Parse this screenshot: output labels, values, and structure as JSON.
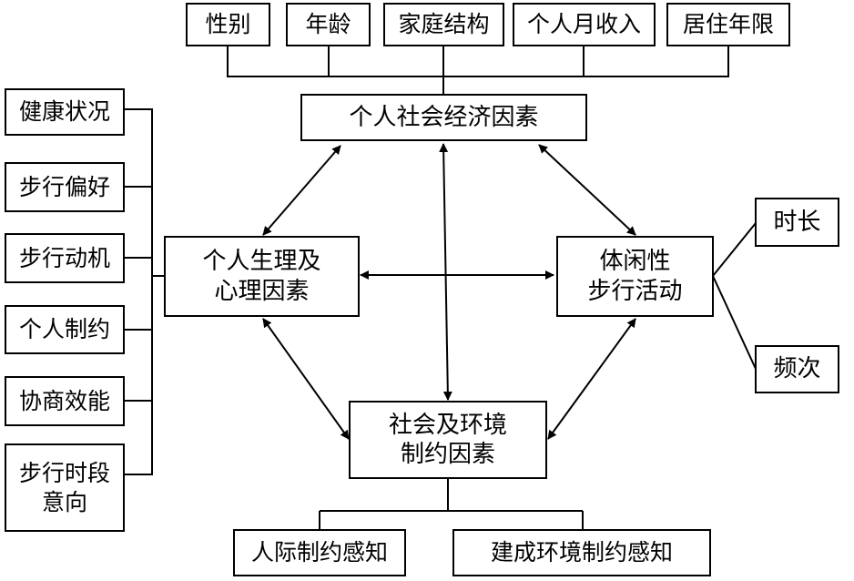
{
  "socioeconomic": {
    "label": "个人社会经济因素",
    "factors": [
      "性别",
      "年龄",
      "家庭结构",
      "个人月收入",
      "居住年限"
    ]
  },
  "physio_psych": {
    "label": "个人生理及\n心理因素",
    "factors": [
      "健康状况",
      "步行偏好",
      "步行动机",
      "个人制约",
      "协商效能",
      "步行时段\n意向"
    ]
  },
  "leisure_walking": {
    "label": "体闲性\n步行活动",
    "measures": [
      "时长",
      "频次"
    ]
  },
  "social_env": {
    "label": "社会及环境\n制约因素",
    "factors": [
      "人际制约感知",
      "建成环境制约感知"
    ]
  }
}
